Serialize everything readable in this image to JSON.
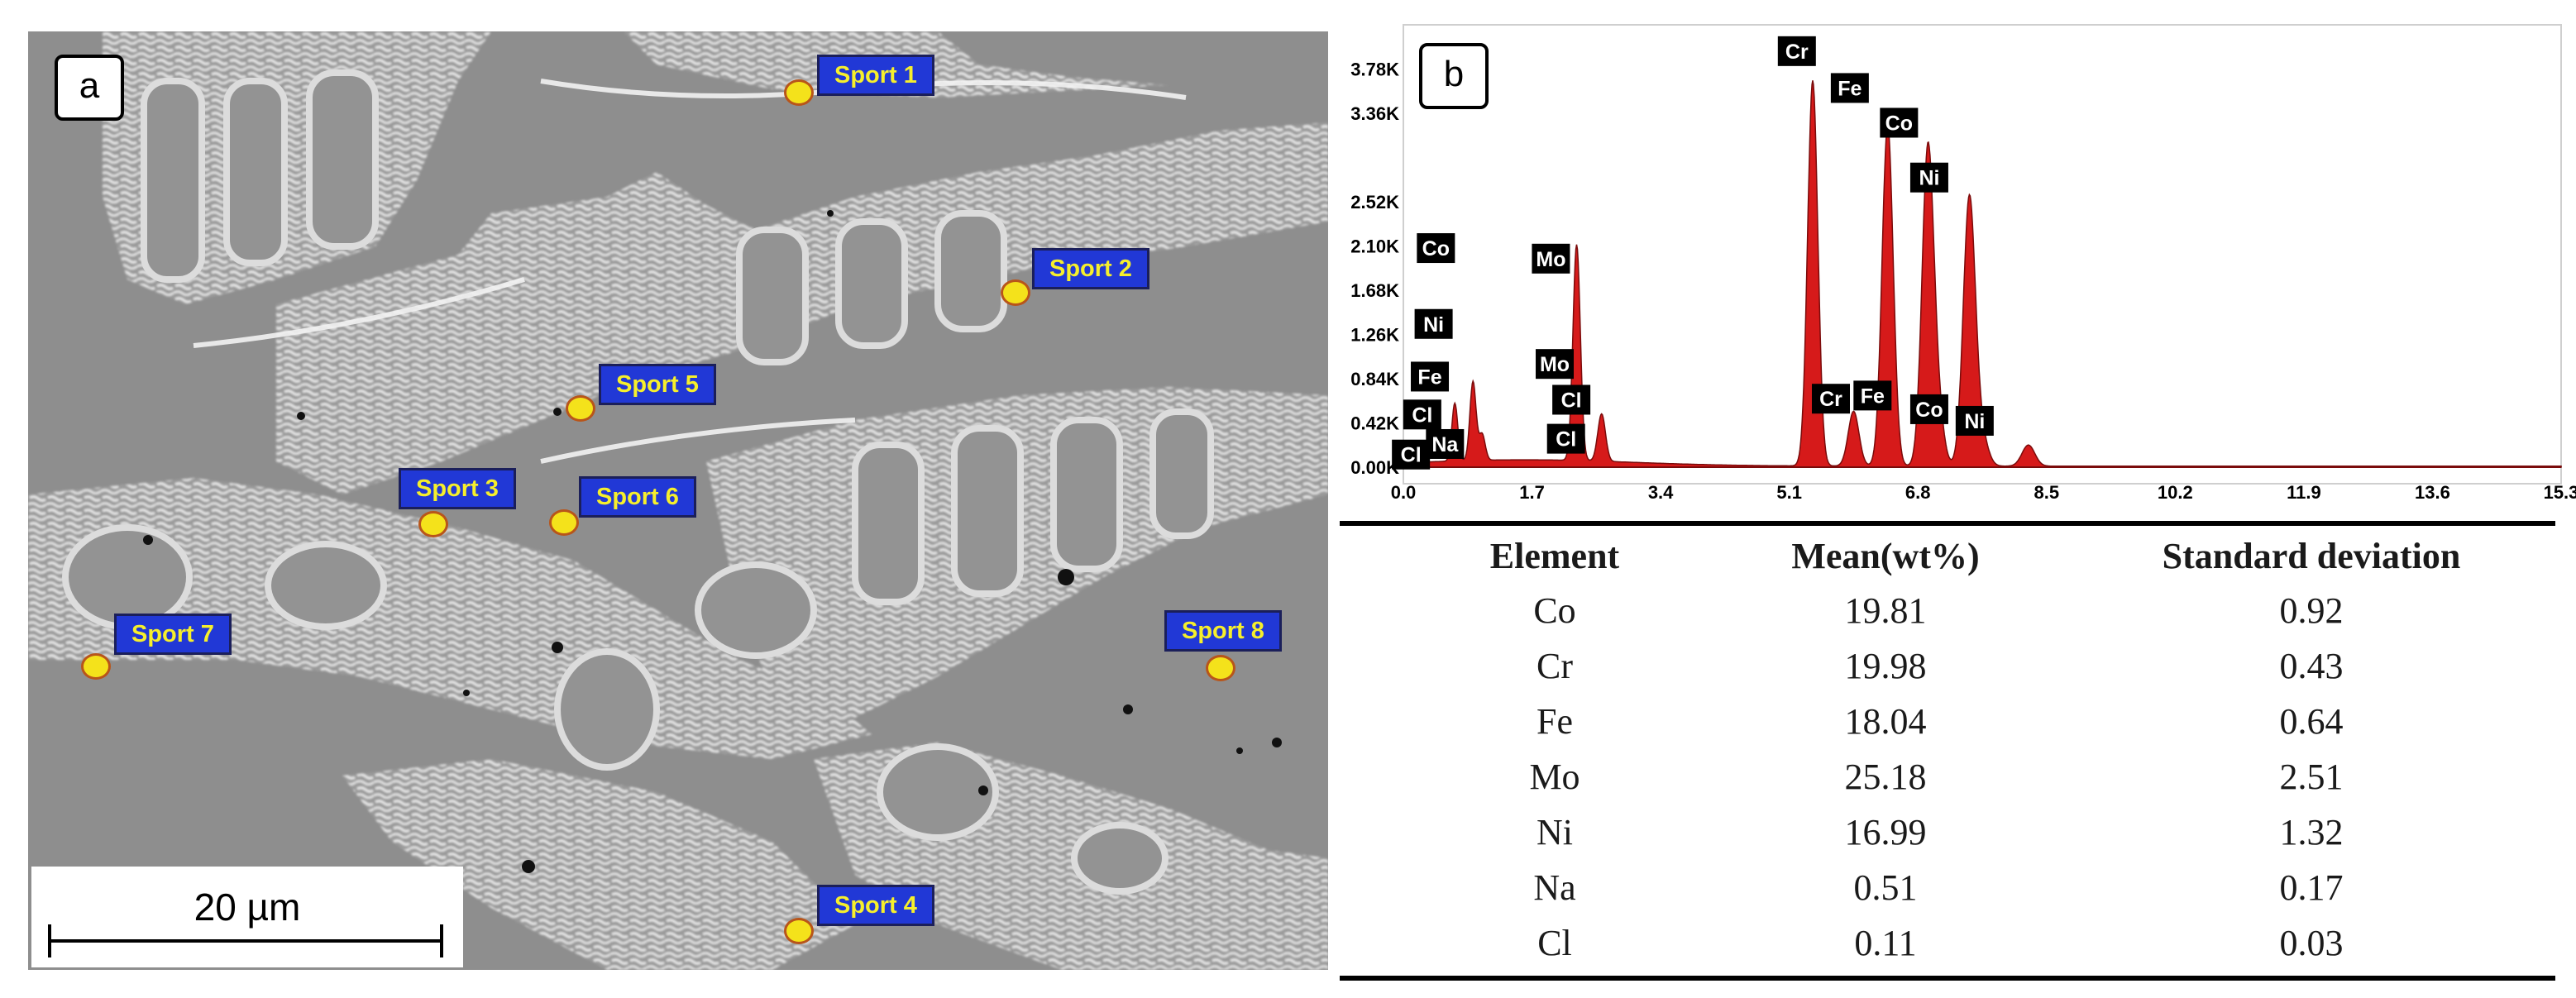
{
  "panel_a": {
    "letter": "a",
    "scale_bar": "20 µm",
    "spots": [
      {
        "label": "Sport 1"
      },
      {
        "label": "Sport 2"
      },
      {
        "label": "Sport 3"
      },
      {
        "label": "Sport 4"
      },
      {
        "label": "Sport 5"
      },
      {
        "label": "Sport 6"
      },
      {
        "label": "Sport 7"
      },
      {
        "label": "Sport 8"
      }
    ]
  },
  "panel_b": {
    "letter": "b",
    "chart_data": {
      "type": "line",
      "xlim": [
        0.0,
        15.3
      ],
      "ylim": [
        0.0,
        4.2
      ],
      "x_ticks": [
        "0.0",
        "1.7",
        "3.4",
        "5.1",
        "6.8",
        "8.5",
        "10.2",
        "11.9",
        "13.6",
        "15.3"
      ],
      "y_ticks": [
        "0.00K",
        "0.42K",
        "0.84K",
        "1.26K",
        "1.68K",
        "2.10K",
        "2.52K",
        "3.36K",
        "3.78K"
      ],
      "y_tick_values": [
        0.0,
        0.42,
        0.84,
        1.26,
        1.68,
        2.1,
        2.52,
        3.36,
        3.78
      ],
      "fill_color": "#d61a1a",
      "peaks": [
        {
          "x": 0.68,
          "y": 0.55
        },
        {
          "x": 0.92,
          "y": 0.75
        },
        {
          "x": 1.04,
          "y": 0.25
        },
        {
          "x": 2.29,
          "y": 2.05
        },
        {
          "x": 2.62,
          "y": 0.45
        },
        {
          "x": 5.41,
          "y": 3.66
        },
        {
          "x": 5.95,
          "y": 0.52
        },
        {
          "x": 6.4,
          "y": 3.24
        },
        {
          "x": 6.93,
          "y": 2.95
        },
        {
          "x": 7.06,
          "y": 0.5
        },
        {
          "x": 7.48,
          "y": 2.55
        },
        {
          "x": 7.65,
          "y": 0.25
        },
        {
          "x": 8.26,
          "y": 0.2
        }
      ],
      "peak_labels": [
        {
          "text": "Cl",
          "x": 0.1,
          "y": 0.12
        },
        {
          "text": "Cl",
          "x": 0.25,
          "y": 0.5
        },
        {
          "text": "Fe",
          "x": 0.35,
          "y": 0.86
        },
        {
          "text": "Ni",
          "x": 0.4,
          "y": 1.36
        },
        {
          "text": "Co",
          "x": 0.43,
          "y": 2.08
        },
        {
          "text": "Na",
          "x": 0.55,
          "y": 0.22
        },
        {
          "text": "Mo",
          "x": 1.95,
          "y": 1.98
        },
        {
          "text": "Mo",
          "x": 2.0,
          "y": 0.98
        },
        {
          "text": "Cl",
          "x": 2.22,
          "y": 0.64
        },
        {
          "text": "Cl",
          "x": 2.15,
          "y": 0.27
        },
        {
          "text": "Cr",
          "x": 5.2,
          "y": 3.95
        },
        {
          "text": "Cr",
          "x": 5.65,
          "y": 0.65
        },
        {
          "text": "Fe",
          "x": 5.9,
          "y": 3.6
        },
        {
          "text": "Fe",
          "x": 6.2,
          "y": 0.68
        },
        {
          "text": "Co",
          "x": 6.55,
          "y": 3.27
        },
        {
          "text": "Co",
          "x": 6.95,
          "y": 0.55
        },
        {
          "text": "Ni",
          "x": 6.95,
          "y": 2.75
        },
        {
          "text": "Ni",
          "x": 7.55,
          "y": 0.44
        }
      ]
    }
  },
  "table": {
    "headers": [
      "Element",
      "Mean(wt%)",
      "Standard deviation"
    ],
    "rows": [
      [
        "Co",
        "19.81",
        "0.92"
      ],
      [
        "Cr",
        "19.98",
        "0.43"
      ],
      [
        "Fe",
        "18.04",
        "0.64"
      ],
      [
        "Mo",
        "25.18",
        "2.51"
      ],
      [
        "Ni",
        "16.99",
        "1.32"
      ],
      [
        "Na",
        "0.51",
        "0.17"
      ],
      [
        "Cl",
        "0.11",
        "0.03"
      ]
    ]
  }
}
